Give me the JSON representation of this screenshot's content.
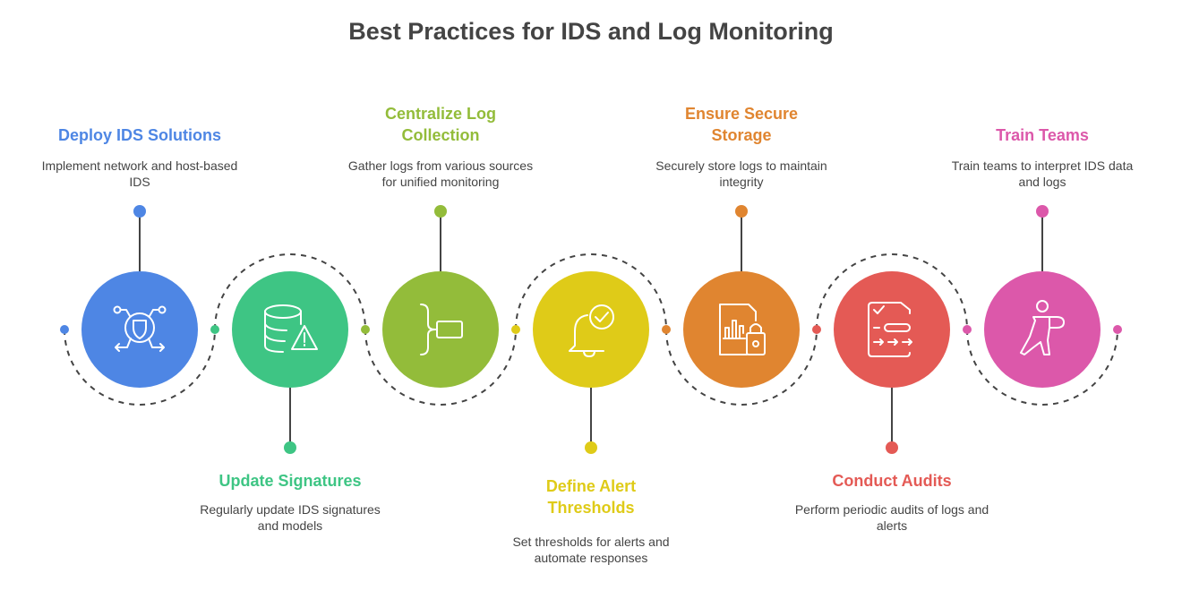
{
  "title": "Best Practices for IDS and Log Monitoring",
  "steps": [
    {
      "title": "Deploy IDS Solutions",
      "description": "Implement network and host-based IDS",
      "color": "#4E86E4",
      "icon": "network-shield-icon",
      "position": "top"
    },
    {
      "title": "Update Signatures",
      "description": "Regularly update IDS signatures and models",
      "color": "#3EC584",
      "icon": "database-warning-icon",
      "position": "bottom"
    },
    {
      "title": "Centralize Log Collection",
      "description": "Gather logs from various sources for unified monitoring",
      "color": "#93BC3A",
      "icon": "merge-bracket-icon",
      "position": "top"
    },
    {
      "title": "Define Alert Thresholds",
      "description": "Set thresholds for alerts and automate responses",
      "color": "#DFCB18",
      "icon": "bell-check-icon",
      "position": "bottom"
    },
    {
      "title": "Ensure Secure Storage",
      "description": "Securely store logs to maintain integrity",
      "color": "#E08530",
      "icon": "file-chart-lock-icon",
      "position": "top"
    },
    {
      "title": "Conduct Audits",
      "description": "Perform periodic audits of logs and alerts",
      "color": "#E45A55",
      "icon": "audit-checklist-icon",
      "position": "bottom"
    },
    {
      "title": "Train Teams",
      "description": "Train teams to interpret IDS data and logs",
      "color": "#DC58AA",
      "icon": "person-training-icon",
      "position": "top"
    }
  ]
}
